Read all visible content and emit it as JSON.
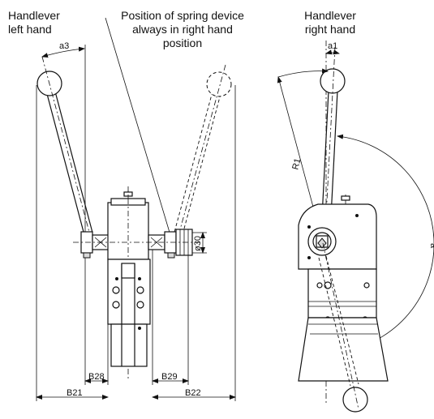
{
  "labels": {
    "left_title_1": "Handlever",
    "left_title_2": "left hand",
    "center_title_1": "Position of spring device",
    "center_title_2": "always in right hand",
    "center_title_3": "position",
    "right_title_1": "Handlever",
    "right_title_2": "right hand"
  },
  "dimensions": {
    "a3": "a3",
    "a1": "a1",
    "r1": "R1",
    "a": "a",
    "d30": "ø30",
    "b21": "B21",
    "b22": "B22",
    "b28": "B28",
    "b29": "B29"
  }
}
